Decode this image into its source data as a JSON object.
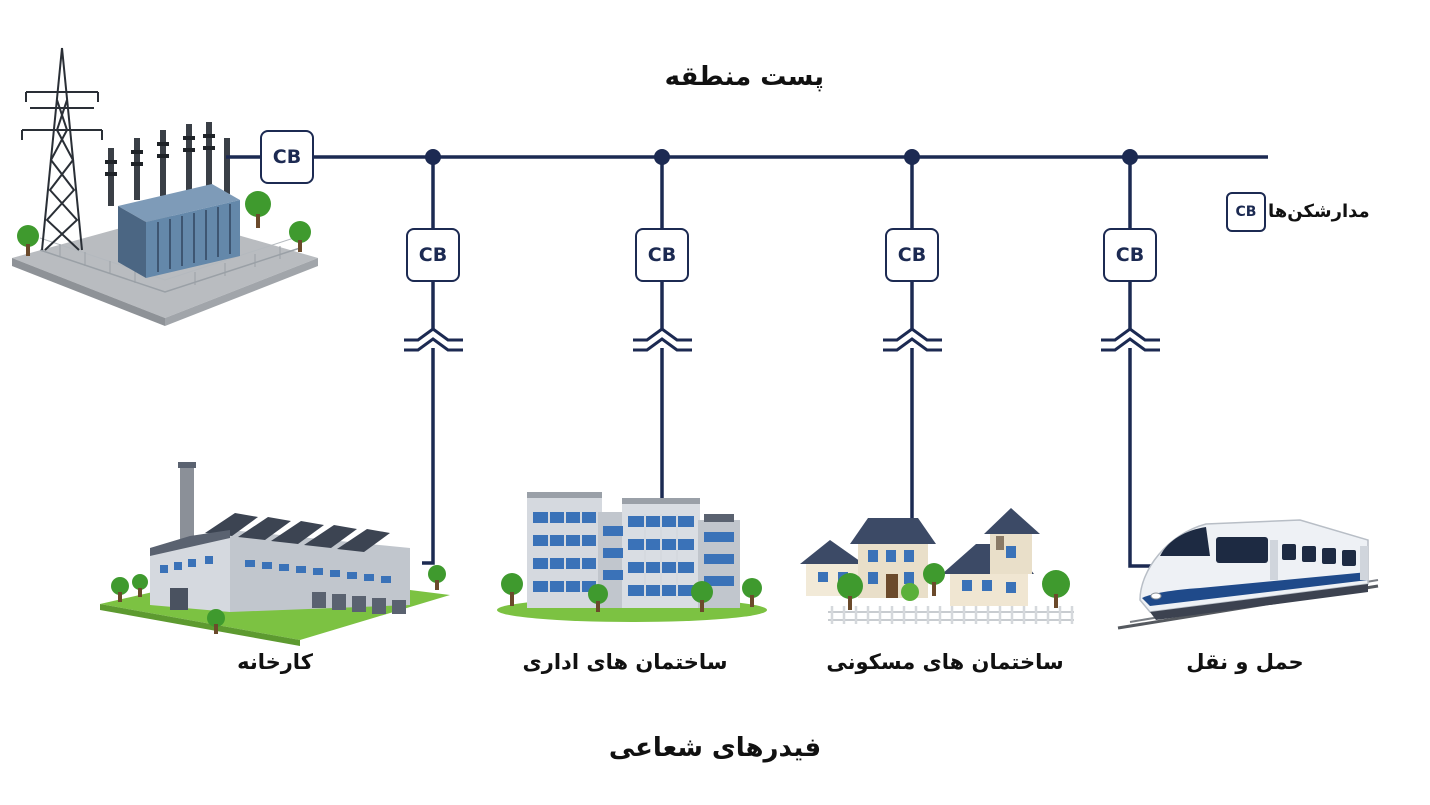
{
  "title": "پست منطقه",
  "footer": "فیدرهای شعاعی",
  "breaker_label": "CB",
  "legend": {
    "box": "CB",
    "text": "مدارشکن‌ها"
  },
  "loads": [
    {
      "label": "کارخانه",
      "icon": "factory-icon"
    },
    {
      "label": "ساختمان های اداری",
      "icon": "office-building-icon"
    },
    {
      "label": "ساختمان های مسکونی",
      "icon": "residential-houses-icon"
    },
    {
      "label": "حمل و نقل",
      "icon": "train-icon"
    }
  ],
  "colors": {
    "line": "#1c2a52",
    "grass": "#7cc242",
    "tree": "#3f9a2e",
    "building_gray": "#d5d9df",
    "building_dark": "#5a6270",
    "window_blue": "#3a72b8",
    "transformer_blue": "#5f7f9e",
    "train_stripe": "#1f4a8a"
  }
}
